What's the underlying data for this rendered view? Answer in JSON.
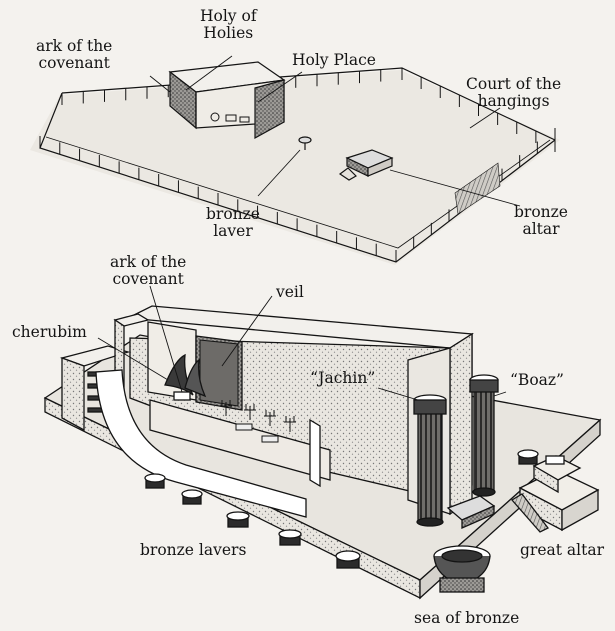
{
  "labels": {
    "holy_of_holies_line1": "Holy of",
    "holy_of_holies_line2": "Holies",
    "ark_top_line1": "ark of the",
    "ark_top_line2": "covenant",
    "holy_place": "Holy Place",
    "court_line1": "Court of the",
    "court_line2": "hangings",
    "bronze_laver_line1": "bronze",
    "bronze_laver_line2": "laver",
    "bronze_altar_line1": "bronze",
    "bronze_altar_line2": "altar",
    "ark_bottom_line1": "ark of the",
    "ark_bottom_line2": "covenant",
    "veil": "veil",
    "cherubim": "cherubim",
    "jachin": "“Jachin”",
    "boaz": "“Boaz”",
    "bronze_lavers": "bronze lavers",
    "great_altar": "great altar",
    "sea_of_bronze": "sea of bronze"
  },
  "colors": {
    "ink": "#141414",
    "paper": "#f4f2ee",
    "shade": "#d8d5cf"
  }
}
